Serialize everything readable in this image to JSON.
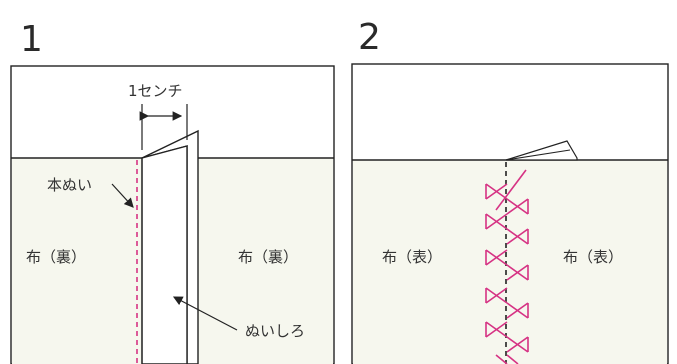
{
  "steps": [
    {
      "number": "1",
      "labels": {
        "seam_allowance_width": "1センチ",
        "main_seam": "本ぬい",
        "left_fabric": "布（裏）",
        "right_fabric": "布（裏）",
        "seam_allowance": "ぬいしろ"
      }
    },
    {
      "number": "2",
      "labels": {
        "left_fabric": "布（表）",
        "right_fabric": "布（表）"
      }
    }
  ],
  "colors": {
    "stitch": "#d63384",
    "line": "#222222",
    "fabric": "#f6f7ee"
  }
}
